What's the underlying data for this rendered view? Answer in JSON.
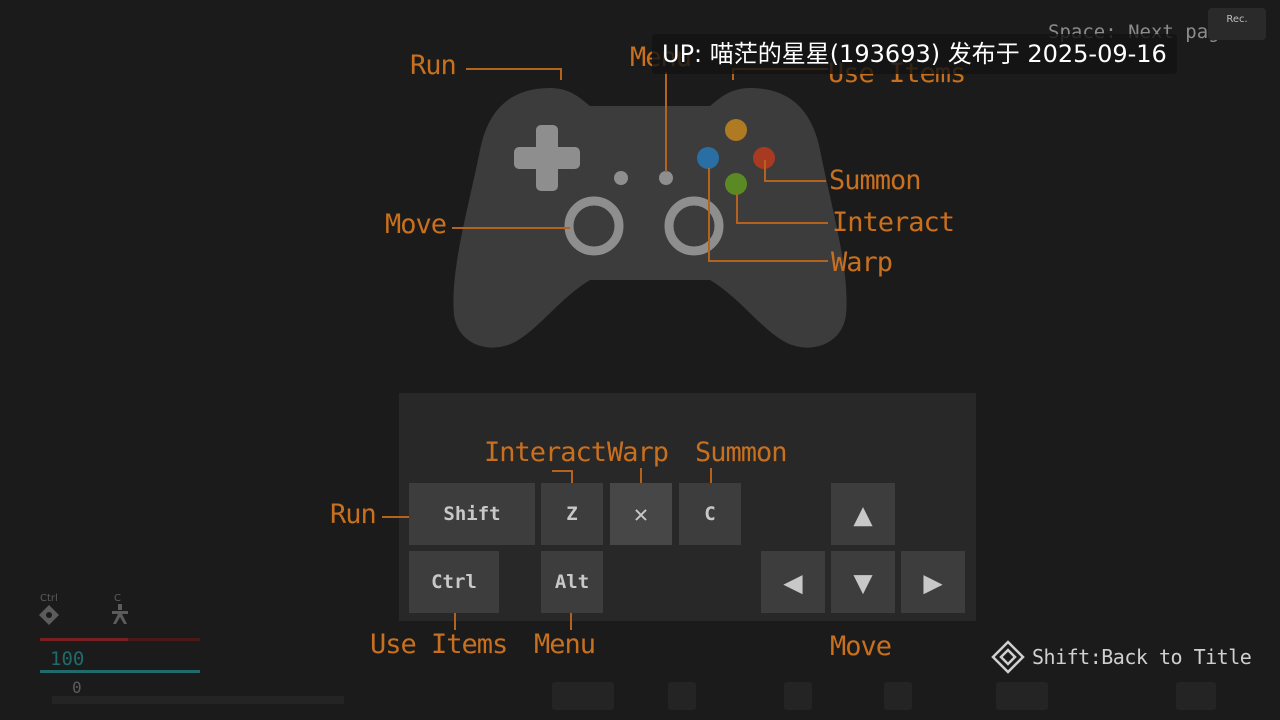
{
  "top": {
    "next_page": "Space: Next page",
    "rec_badge": "Rec.",
    "overlay_caption": "UP: 喵茫的星星(193693) 发布于 2025-09-16"
  },
  "gamepad_labels": {
    "run": "Run",
    "menu": "Menu",
    "use_items": "Use Items",
    "summon": "Summon",
    "interact": "Interact",
    "move": "Move",
    "warp": "Warp"
  },
  "keyboard_labels": {
    "interact": "Interact",
    "warp": "Warp",
    "summon": "Summon",
    "run": "Run",
    "use_items": "Use Items",
    "menu": "Menu",
    "move": "Move"
  },
  "keys": {
    "shift": "Shift",
    "z": "Z",
    "x": "✕",
    "c": "C",
    "ctrl": "Ctrl",
    "alt": "Alt",
    "up": "▲",
    "left": "◀",
    "down": "▼",
    "right": "▶"
  },
  "hud": {
    "ctrl_hint": "Ctrl",
    "c_hint": "C",
    "hp_value": "100",
    "mp_value": "0"
  },
  "bottom": {
    "back_to_title": "Shift:Back to Title"
  },
  "icons": {
    "dpad": "dpad-icon",
    "diamond": "diamond-icon",
    "person": "person-icon"
  },
  "colors": {
    "label_orange": "#c9701f",
    "btn_yellow": "#b07a22",
    "btn_red": "#a83a22",
    "btn_blue": "#2a6fa3",
    "btn_green": "#5b8a24",
    "hp_red": "#7a1f1f",
    "hp_teal": "#1f6b6b"
  }
}
